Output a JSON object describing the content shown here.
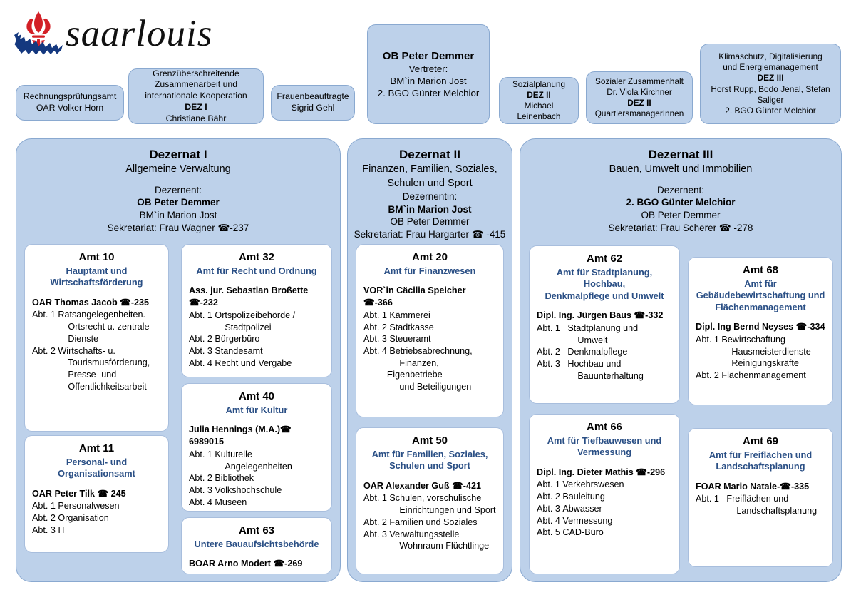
{
  "header": {
    "wordmark": "saarlouis",
    "crest_icon": "saarlouis-coat-of-arms-icon",
    "colors": {
      "box_fill": "#bdd1ea",
      "box_border": "#8aa9d0",
      "subtitle_blue": "#2a4f85",
      "crest_red": "#d31f26",
      "crest_blue": "#14387f"
    }
  },
  "staff_boxes": [
    {
      "name": "rechnungspruefungsamt",
      "lines": [
        {
          "text": "Rechnungsprüfungsamt",
          "bold": false
        },
        {
          "text": "OAR Volker Horn",
          "bold": false
        }
      ]
    },
    {
      "name": "grenzueberschreitende-zusammenarbeit",
      "lines": [
        {
          "text": "Grenzüberschreitende",
          "bold": false
        },
        {
          "text": "Zusammenarbeit und",
          "bold": false
        },
        {
          "text": "internationale Kooperation",
          "bold": false
        },
        {
          "text": "DEZ I",
          "bold": true
        },
        {
          "text": "Christiane Bähr",
          "bold": false
        }
      ]
    },
    {
      "name": "frauenbeauftragte",
      "lines": [
        {
          "text": "Frauenbeauftragte",
          "bold": false
        },
        {
          "text": "Sigrid Gehl",
          "bold": false
        }
      ]
    },
    {
      "name": "ob-peter-demmer",
      "lines": [
        {
          "text": "OB Peter Demmer",
          "bold": true
        },
        {
          "text": "Vertreter:",
          "bold": false
        },
        {
          "text": "BM`in Marion Jost",
          "bold": false
        },
        {
          "text": "2. BGO Günter Melchior",
          "bold": false
        }
      ]
    },
    {
      "name": "sozialplanung",
      "lines": [
        {
          "text": "Sozialplanung",
          "bold": false
        },
        {
          "text": "DEZ II",
          "bold": true
        },
        {
          "text": "Michael Leinenbach",
          "bold": false
        }
      ]
    },
    {
      "name": "sozialer-zusammenhalt",
      "lines": [
        {
          "text": "Sozialer Zusammenhalt",
          "bold": false
        },
        {
          "text": "Dr. Viola Kirchner",
          "bold": false
        },
        {
          "text": "DEZ II",
          "bold": true
        },
        {
          "text": "QuartiersmanagerInnen",
          "bold": false
        }
      ]
    },
    {
      "name": "klimaschutz-digitalisierung",
      "lines": [
        {
          "text": "Klimaschutz, Digitalisierung",
          "bold": false
        },
        {
          "text": "und Energiemanagement",
          "bold": false
        },
        {
          "text": "DEZ III",
          "bold": true
        },
        {
          "text": "Horst Rupp, Bodo Jenal, Stefan",
          "bold": false
        },
        {
          "text": "Saliger",
          "bold": false
        },
        {
          "text": "2. BGO Günter Melchior",
          "bold": false
        }
      ]
    }
  ],
  "dezernate": [
    {
      "name": "dezernat-1",
      "title": "Dezernat I",
      "subtitle_lines": [
        "Allgemeine Verwaltung"
      ],
      "role_label": "Dezernent:",
      "people": [
        {
          "text": "OB Peter Demmer",
          "bold": true
        },
        {
          "text": "BM`in Marion Jost",
          "bold": false
        }
      ],
      "secretariat": "Sekretariat: Frau Wagner ☎-237"
    },
    {
      "name": "dezernat-2",
      "title": "Dezernat II",
      "subtitle_lines": [
        "Finanzen, Familien, Soziales,",
        "Schulen und Sport"
      ],
      "role_label": "Dezernentin:",
      "people": [
        {
          "text": "BM`in Marion Jost",
          "bold": true
        },
        {
          "text": "OB Peter Demmer",
          "bold": false
        }
      ],
      "secretariat": "Sekretariat: Frau Hargarter ☎ -415"
    },
    {
      "name": "dezernat-3",
      "title": "Dezernat III",
      "subtitle_lines": [
        "Bauen, Umwelt und Immobilien"
      ],
      "role_label": "Dezernent:",
      "people": [
        {
          "text": "2. BGO Günter Melchior",
          "bold": true
        },
        {
          "text": "OB Peter Demmer",
          "bold": false
        }
      ],
      "secretariat": "Sekretariat: Frau Scherer ☎ -278"
    }
  ],
  "aemter": [
    {
      "name": "amt-10",
      "title": "Amt 10",
      "subtitle": "Hauptamt und\nWirtschaftsförderung",
      "lead": "OAR Thomas Jacob ☎-235",
      "abteilungen": [
        {
          "key": "Abt. 1",
          "value": "Ratsangelegenheiten.\nOrtsrecht u. zentrale\nDienste"
        },
        {
          "key": "Abt. 2",
          "value": "Wirtschafts- u.\nTourismusförderung,\nPresse- und\nÖffentlichkeitsarbeit"
        }
      ]
    },
    {
      "name": "amt-11",
      "title": "Amt 11",
      "subtitle": "Personal- und Organisationsamt",
      "lead": "OAR Peter Tilk ☎ 245",
      "abteilungen": [
        {
          "key": "Abt. 1",
          "value": "Personalwesen"
        },
        {
          "key": "Abt. 2",
          "value": "Organisation"
        },
        {
          "key": "Abt. 3",
          "value": "IT"
        }
      ]
    },
    {
      "name": "amt-32",
      "title": "Amt 32",
      "subtitle": "Amt für Recht und Ordnung",
      "lead": "Ass. jur. Sebastian Broßette ☎-232",
      "abteilungen": [
        {
          "key": "Abt. 1",
          "value": "Ortspolizeibehörde /\nStadtpolizei"
        },
        {
          "key": "Abt. 2",
          "value": "Bürgerbüro"
        },
        {
          "key": "Abt. 3",
          "value": "Standesamt"
        },
        {
          "key": "Abt. 4",
          "value": "Recht und Vergabe"
        }
      ]
    },
    {
      "name": "amt-40",
      "title": "Amt 40",
      "subtitle": "Amt für Kultur",
      "lead": "Julia Hennings (M.A.)☎ 6989015",
      "abteilungen": [
        {
          "key": "Abt. 1",
          "value": "Kulturelle\nAngelegenheiten"
        },
        {
          "key": "Abt. 2",
          "value": "Bibliothek"
        },
        {
          "key": "Abt. 3",
          "value": "Volkshochschule"
        },
        {
          "key": "Abt. 4",
          "value": "Museen"
        }
      ]
    },
    {
      "name": "amt-63",
      "title": "Amt 63",
      "subtitle": "Untere Bauaufsichtsbehörde",
      "lead": "BOAR Arno Modert ☎-269",
      "abteilungen": []
    },
    {
      "name": "amt-20",
      "title": "Amt 20",
      "subtitle": "Amt für Finanzwesen",
      "lead": "VOR`in Cäcilia Speicher ☎-366",
      "abteilungen": [
        {
          "key": "Abt. 1",
          "value": "Kämmerei"
        },
        {
          "key": "Abt. 2",
          "value": "Stadtkasse"
        },
        {
          "key": "Abt. 3",
          "value": "Steueramt"
        },
        {
          "key": "Abt. 4",
          "value": "Betriebsabrechnung,\nFinanzen, Eigenbetriebe\nund Beteiligungen"
        }
      ]
    },
    {
      "name": "amt-50",
      "title": "Amt 50",
      "subtitle": "Amt für Familien, Soziales,\nSchulen und Sport",
      "lead": "OAR Alexander Guß ☎-421",
      "abteilungen": [
        {
          "key": "Abt. 1",
          "value": "Schulen, vorschulische\nEinrichtungen und Sport"
        },
        {
          "key": "Abt. 2",
          "value": "Familien und Soziales"
        },
        {
          "key": "Abt. 3",
          "value": "Verwaltungsstelle\nWohnraum Flüchtlinge"
        }
      ]
    },
    {
      "name": "amt-62",
      "title": "Amt 62",
      "subtitle": "Amt für Stadtplanung, Hochbau,\nDenkmalpflege und Umwelt",
      "lead": "Dipl. Ing. Jürgen Baus ☎-332",
      "abteilungen": [
        {
          "key": "Abt. 1",
          "value": "Stadtplanung und\nUmwelt"
        },
        {
          "key": "Abt. 2",
          "value": "Denkmalpflege"
        },
        {
          "key": "Abt. 3",
          "value": "Hochbau und\nBauunterhaltung"
        }
      ]
    },
    {
      "name": "amt-66",
      "title": "Amt 66",
      "subtitle": "Amt für Tiefbauwesen und\nVermessung",
      "lead": "Dipl. Ing. Dieter Mathis ☎-296",
      "abteilungen": [
        {
          "key": "Abt. 1",
          "value": "Verkehrswesen"
        },
        {
          "key": "Abt. 2",
          "value": "Bauleitung"
        },
        {
          "key": "Abt. 3",
          "value": "Abwasser"
        },
        {
          "key": "Abt. 4",
          "value": "Vermessung"
        },
        {
          "key": "Abt. 5",
          "value": "CAD-Büro"
        }
      ]
    },
    {
      "name": "amt-68",
      "title": "Amt 68",
      "subtitle": "Amt für\nGebäudebewirtschaftung und\nFlächenmanagement",
      "lead": "Dipl. Ing Bernd Neyses ☎-334",
      "abteilungen": [
        {
          "key": "Abt. 1",
          "value": "Bewirtschaftung\nHausmeisterdienste\nReinigungskräfte"
        },
        {
          "key": "Abt. 2",
          "value": "Flächenmanagement"
        }
      ]
    },
    {
      "name": "amt-69",
      "title": "Amt 69",
      "subtitle": "Amt für Freiflächen und\nLandschaftsplanung",
      "lead": "FOAR Mario Natale-☎-335",
      "abteilungen": [
        {
          "key": "Abt. 1",
          "value": "Freiflächen und\nLandschaftsplanung"
        }
      ]
    }
  ]
}
